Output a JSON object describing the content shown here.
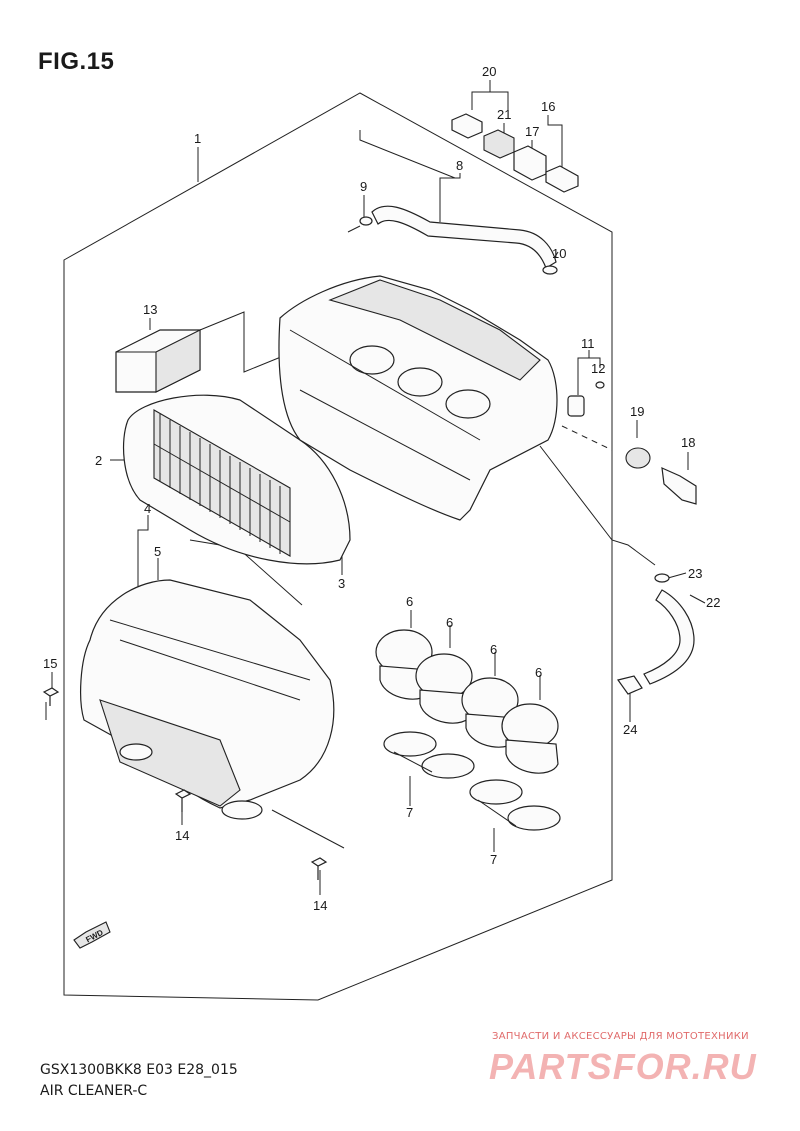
{
  "figure": {
    "title": "FIG.15",
    "model_code": "GSX1300BKK8 E03 E28_015",
    "section_name": "AIR CLEANER-C"
  },
  "watermark": {
    "caption": "ЗАПЧАСТИ И АКСЕССУАРЫ ДЛЯ МОТОТЕХНИКИ",
    "brand": "PARTSFOR.RU"
  },
  "fwd_marker": "FWD",
  "callouts": [
    "1",
    "2",
    "3",
    "4",
    "5",
    "6",
    "6",
    "6",
    "6",
    "7",
    "7",
    "8",
    "9",
    "10",
    "11",
    "12",
    "13",
    "14",
    "14",
    "15",
    "16",
    "17",
    "18",
    "19",
    "20",
    "21",
    "22",
    "23",
    "24"
  ]
}
